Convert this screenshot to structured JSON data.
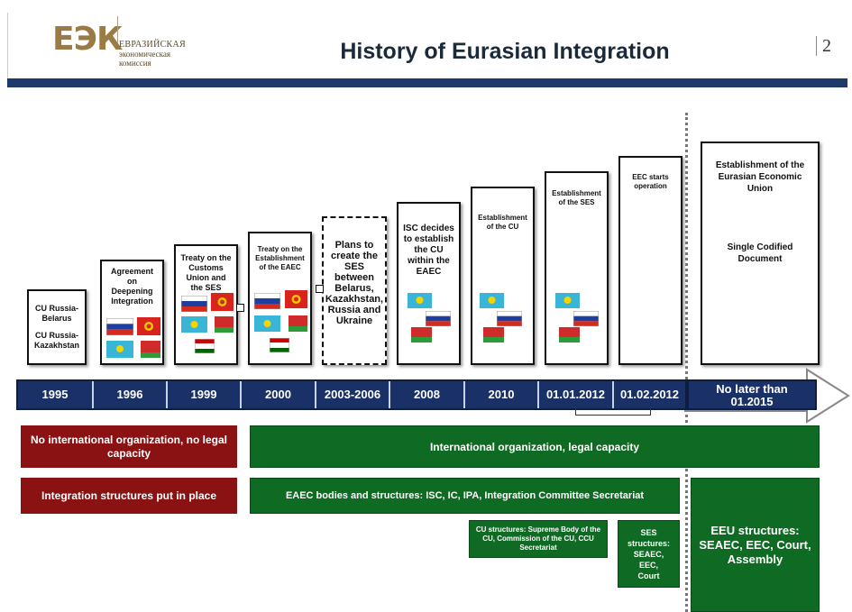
{
  "header": {
    "logo_mark": "ЕЭК",
    "logo_line1": "ЕВРАЗИЙСКАЯ",
    "logo_line2": "экономическая",
    "logo_line3": "комиссия",
    "title": "History of Eurasian Integration",
    "page_number": "2",
    "colors": {
      "brand_gold": "#9a7b45",
      "bar_navy": "#1e3a6b"
    }
  },
  "events": [
    {
      "lines": [
        "CU Russia-",
        "Belarus",
        "",
        "CU Russia-",
        "Kazakhstan"
      ],
      "flags": []
    },
    {
      "lines": [
        "Agreement",
        "on",
        "Deepening",
        "Integration"
      ],
      "flags": [
        "russia-flag",
        "kyrgyzstan-flag",
        "kazakhstan-flag",
        "belarus-flag"
      ]
    },
    {
      "lines": [
        "Treaty on the",
        "Customs",
        "Union and",
        "the SES"
      ],
      "flags": [
        "russia-flag",
        "kyrgyzstan-flag",
        "kazakhstan-flag",
        "belarus-flag",
        "tajikistan-flag"
      ]
    },
    {
      "lines": [
        "Treaty on the",
        "Establishment",
        "of the EAEC"
      ],
      "flags": [
        "russia-flag",
        "kyrgyzstan-flag",
        "kazakhstan-flag",
        "belarus-flag",
        "tajikistan-flag"
      ]
    },
    {
      "lines": [
        "Plans to",
        "create the",
        "SES",
        "between",
        "Belarus,",
        "Kazakhstan,",
        "Russia and",
        "Ukraine"
      ],
      "flags": []
    },
    {
      "lines": [
        "ISC decides",
        "to establish",
        "the CU",
        "within the",
        "EAEC"
      ],
      "flags": [
        "kazakhstan-flag",
        "russia-flag",
        "belarus-flag"
      ]
    },
    {
      "lines": [
        "Establishment",
        "of the CU"
      ],
      "flags": [
        "kazakhstan-flag",
        "russia-flag",
        "belarus-flag"
      ]
    },
    {
      "lines": [
        "Establishment",
        "of the SES"
      ],
      "flags": [
        "kazakhstan-flag",
        "russia-flag",
        "belarus-flag"
      ]
    },
    {
      "lines": [
        "EEC starts",
        "operation"
      ],
      "flags": []
    },
    {
      "lines": [
        "Establishment of the",
        "Eurasian Economic",
        "Union",
        "",
        "",
        "",
        "Single Codified",
        "Document"
      ],
      "flags": []
    }
  ],
  "timeline": {
    "years": [
      "1995",
      "1996",
      "1999",
      "2000",
      "2003-2006",
      "2008",
      "2010",
      "01.01.2012",
      "01.02.2012"
    ],
    "future_line1": "No later than",
    "future_line2": "01.2015"
  },
  "status": {
    "no_org": "No international organization, no legal capacity",
    "intl_org": "International organization, legal capacity",
    "integration_structures": "Integration structures put in place",
    "eaec_bodies": "EAEC bodies and structures: ISC, IC, IPA, Integration Committee Secretariat",
    "cu_structures": "CU structures: Supreme Body of the CU, Commission of the CU, CCU Secretariat",
    "ses_structures": "SES structures: SEAEC, EEC, Court",
    "eeu_structures": "EEU structures: SEAEC, EEC, Court, Assembly",
    "colors": {
      "red": "#8b1212",
      "green": "#0f6b23",
      "timeline": "#1a3167"
    }
  }
}
